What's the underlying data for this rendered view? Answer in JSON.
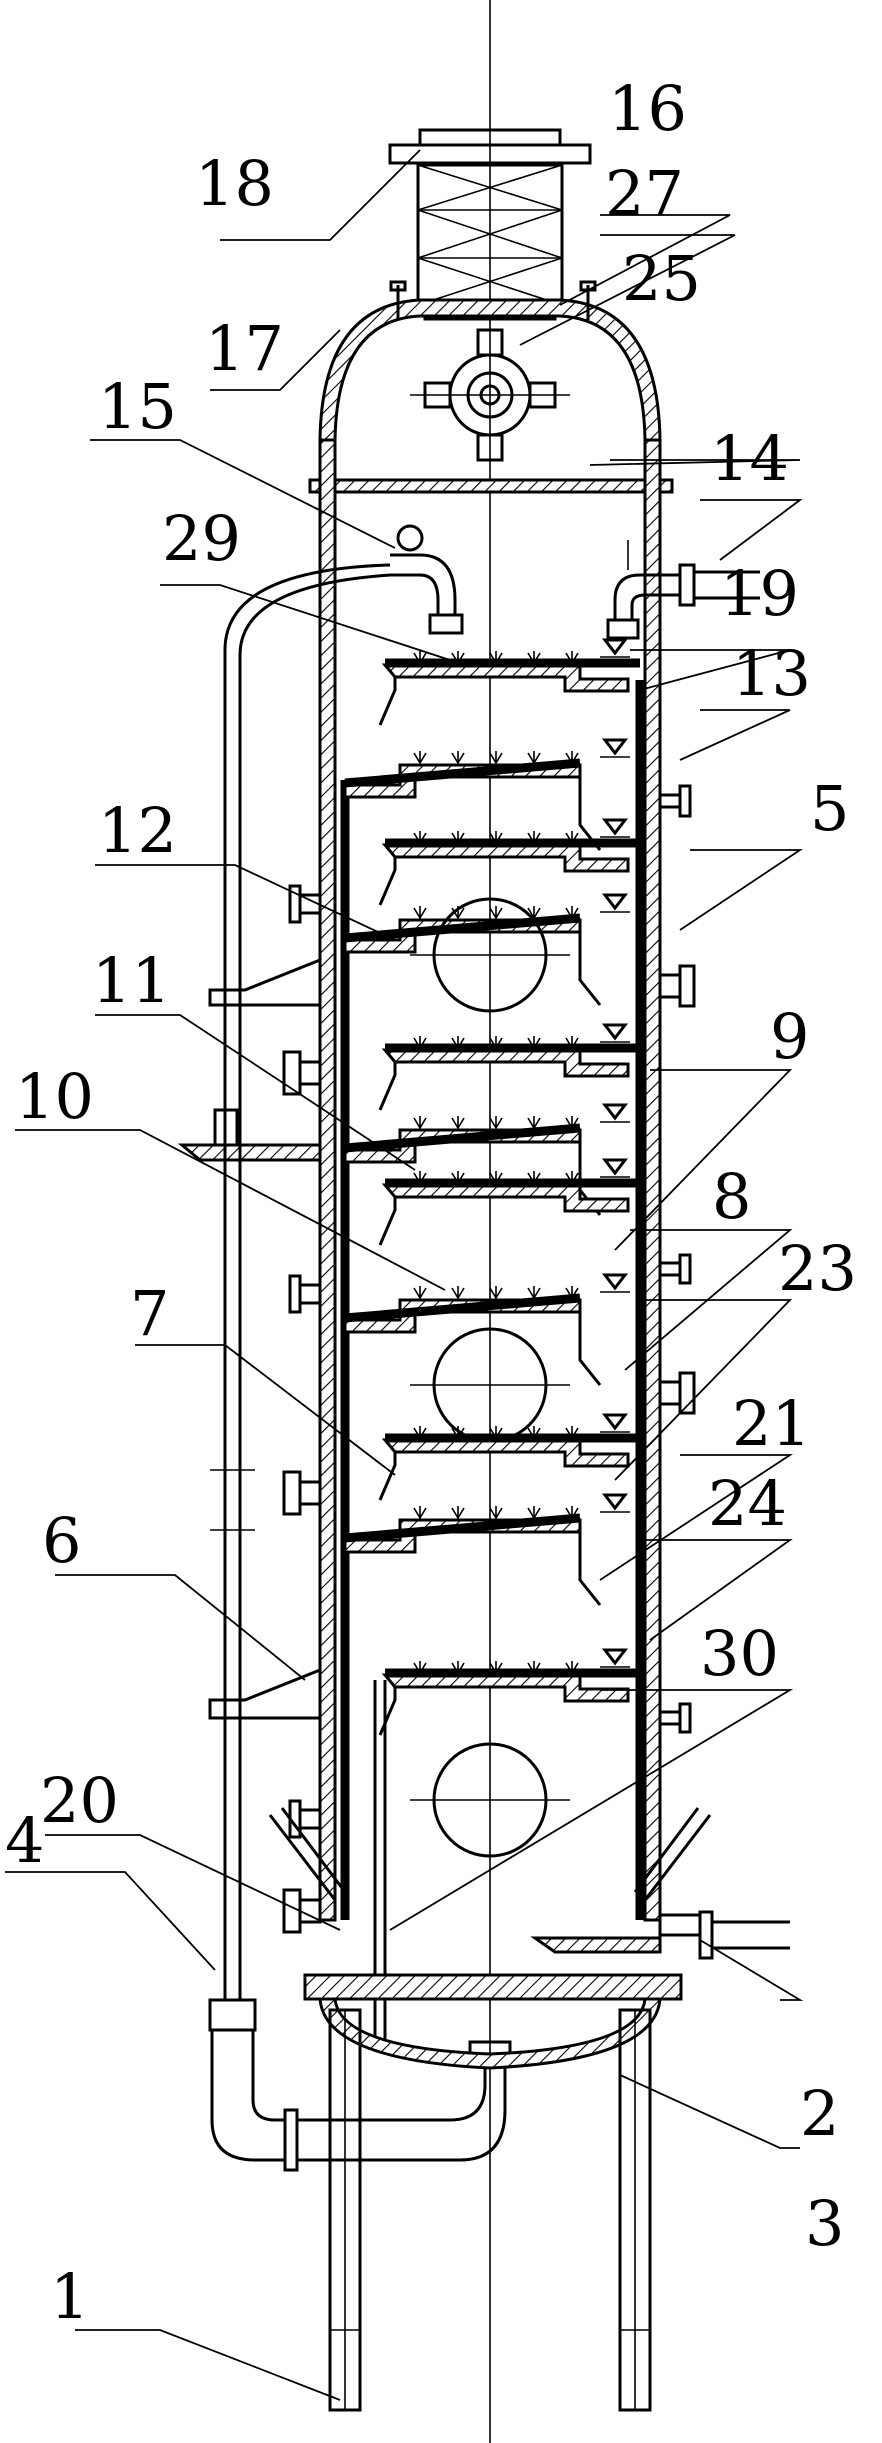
{
  "figure": {
    "labels": [
      {
        "id": "l18",
        "text": "18"
      },
      {
        "id": "l16",
        "text": "16"
      },
      {
        "id": "l27",
        "text": "27"
      },
      {
        "id": "l17",
        "text": "17"
      },
      {
        "id": "l25",
        "text": "25"
      },
      {
        "id": "l15",
        "text": "15"
      },
      {
        "id": "l14",
        "text": "14"
      },
      {
        "id": "l29",
        "text": "29"
      },
      {
        "id": "l19",
        "text": "19"
      },
      {
        "id": "l13",
        "text": "13"
      },
      {
        "id": "l5",
        "text": "5"
      },
      {
        "id": "l12",
        "text": "12"
      },
      {
        "id": "l11",
        "text": "11"
      },
      {
        "id": "l9",
        "text": "9"
      },
      {
        "id": "l10",
        "text": "10"
      },
      {
        "id": "l8",
        "text": "8"
      },
      {
        "id": "l23",
        "text": "23"
      },
      {
        "id": "l7",
        "text": "7"
      },
      {
        "id": "l21",
        "text": "21"
      },
      {
        "id": "l24",
        "text": "24"
      },
      {
        "id": "l6",
        "text": "6"
      },
      {
        "id": "l30",
        "text": "30"
      },
      {
        "id": "l20",
        "text": "20"
      },
      {
        "id": "l4",
        "text": "4"
      },
      {
        "id": "l2",
        "text": "2"
      },
      {
        "id": "l3",
        "text": "3"
      },
      {
        "id": "l1",
        "text": "1"
      }
    ]
  }
}
